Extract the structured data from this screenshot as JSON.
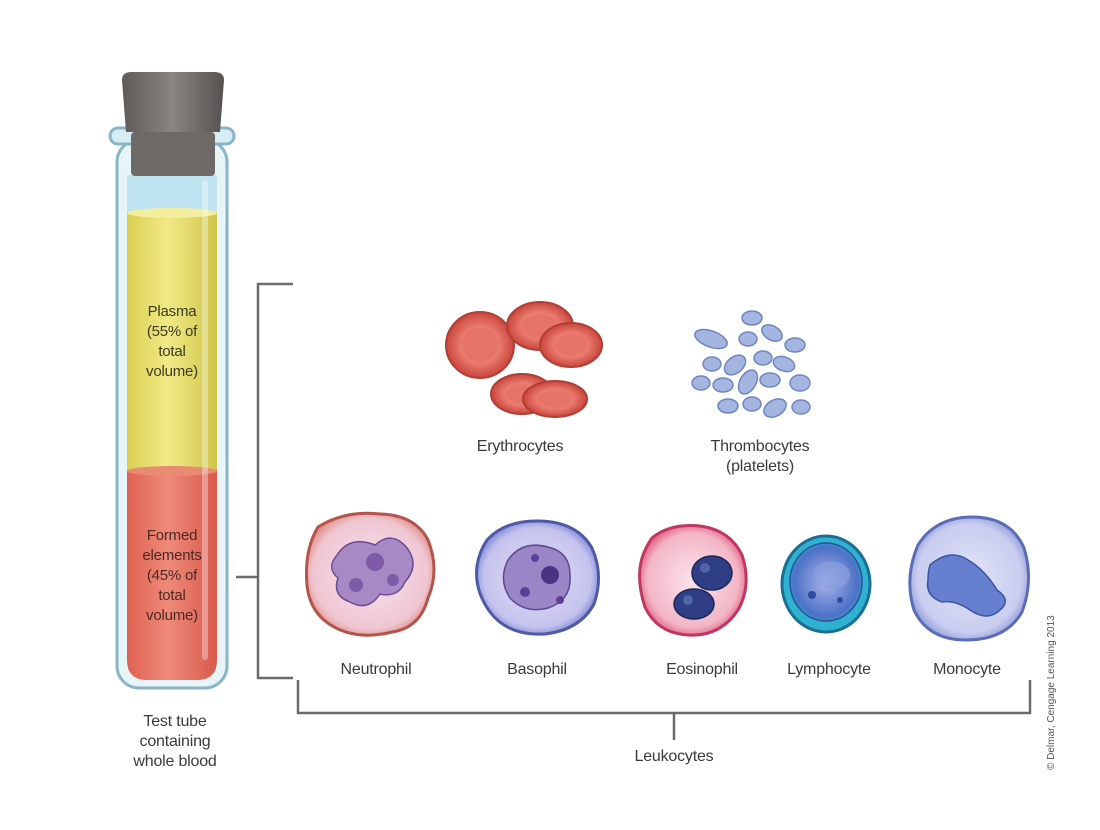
{
  "tube": {
    "plasma_label": [
      "Plasma",
      "(55% of",
      "total",
      "volume)"
    ],
    "formed_label": [
      "Formed",
      "elements",
      "(45% of",
      "total",
      "volume)"
    ],
    "caption": [
      "Test tube",
      "containing",
      "whole blood"
    ]
  },
  "cells": {
    "erythrocytes": "Erythrocytes",
    "thrombocytes": [
      "Thrombocytes",
      "(platelets)"
    ],
    "neutrophil": "Neutrophil",
    "basophil": "Basophil",
    "eosinophil": "Eosinophil",
    "lymphocyte": "Lymphocyte",
    "monocyte": "Monocyte",
    "leukocytes": "Leukocytes"
  },
  "credit": "© Delmar, Cengage Learning 2013",
  "colors": {
    "plasma": "#e8df6a",
    "formed": "#e57766",
    "stopper": "#6e6a68",
    "erythrocyte": "#e0584f",
    "platelet": "#9eb2dd",
    "bracket": "#6b6b6b"
  }
}
